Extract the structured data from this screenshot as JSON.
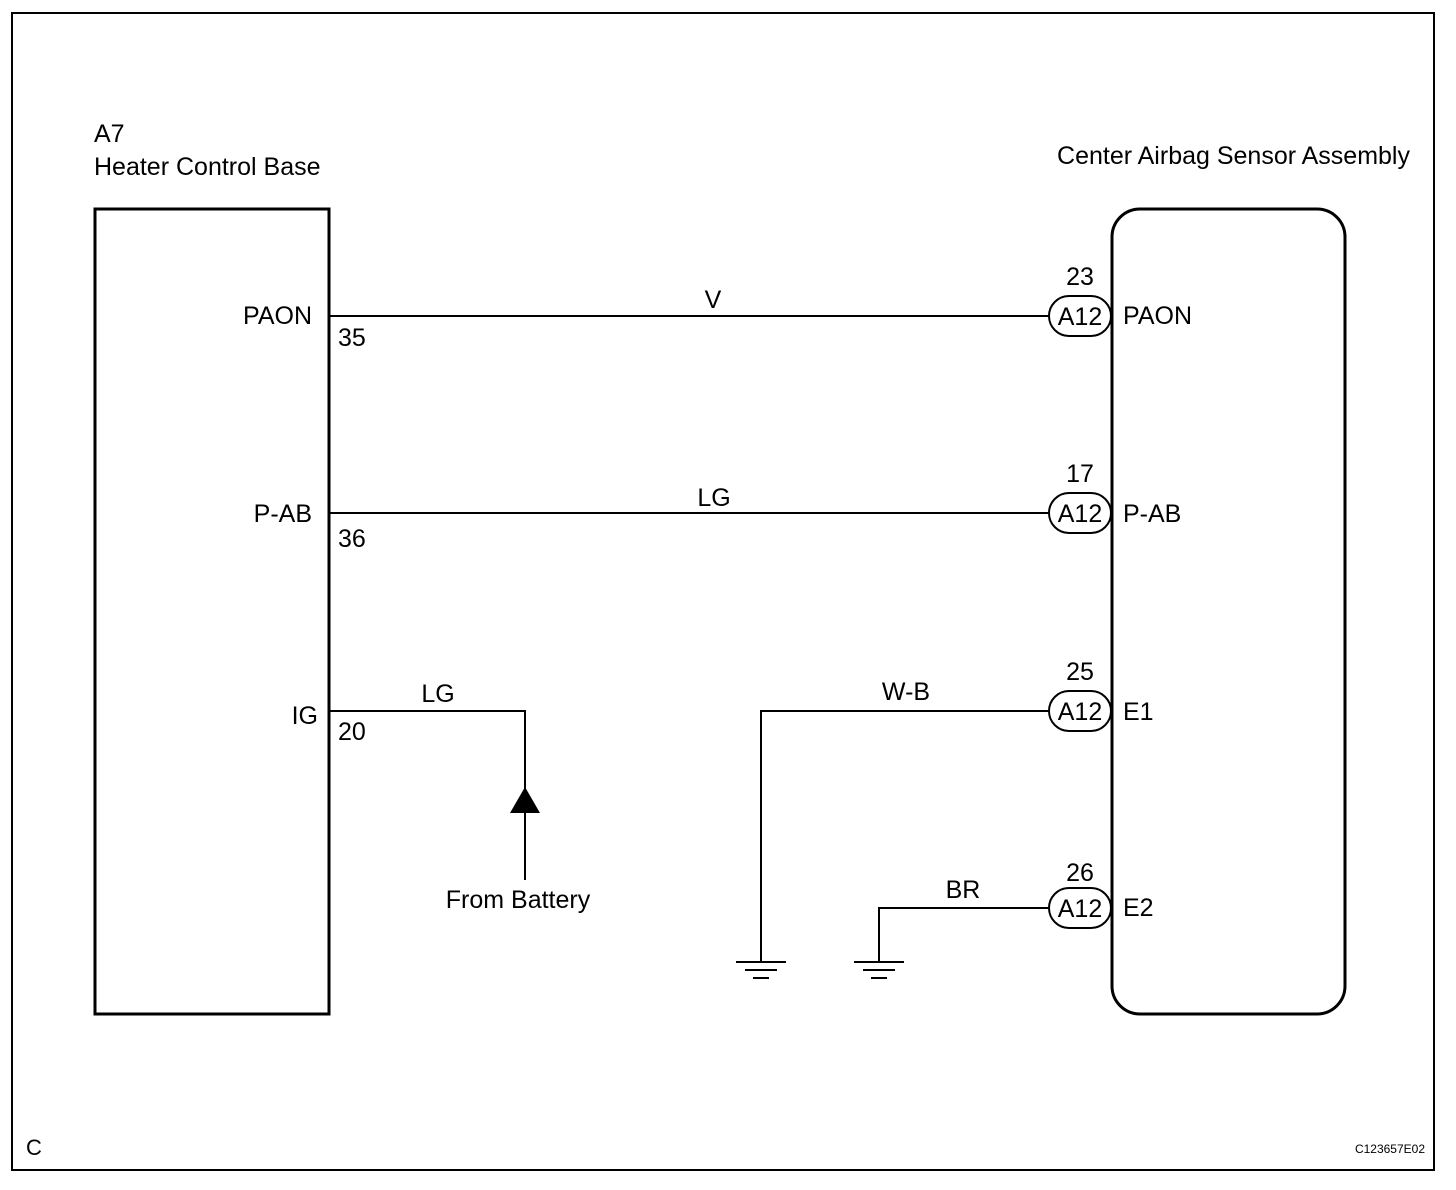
{
  "left_component": {
    "code": "A7",
    "name": "Heater Control Base",
    "terminals": [
      {
        "name": "PAON",
        "pin": "35"
      },
      {
        "name": "P-AB",
        "pin": "36"
      },
      {
        "name": "IG",
        "pin": "20"
      }
    ]
  },
  "right_component": {
    "name": "Center Airbag Sensor Assembly",
    "terminals": [
      {
        "name": "PAON",
        "pin": "23",
        "connector": "A12"
      },
      {
        "name": "P-AB",
        "pin": "17",
        "connector": "A12"
      },
      {
        "name": "E1",
        "pin": "25",
        "connector": "A12"
      },
      {
        "name": "E2",
        "pin": "26",
        "connector": "A12"
      }
    ]
  },
  "wires": {
    "paon": "V",
    "pab": "LG",
    "ig": "LG",
    "e1": "W-B",
    "e2": "BR"
  },
  "battery_label": "From Battery",
  "corner_letter": "C",
  "figure_code": "C123657E02"
}
